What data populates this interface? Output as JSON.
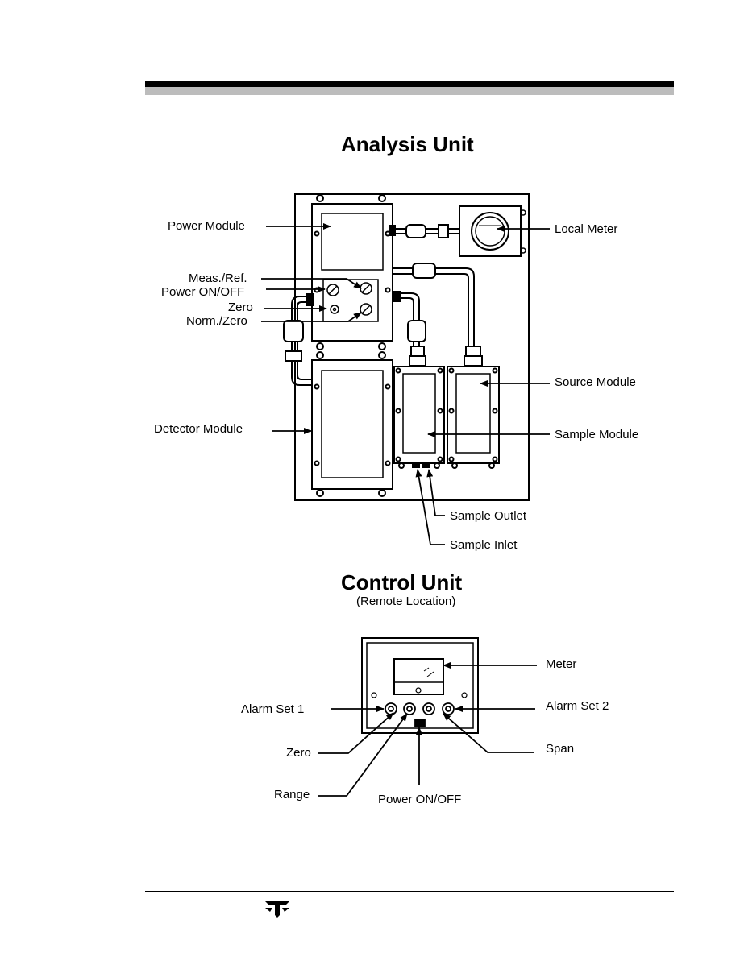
{
  "analysis_unit": {
    "title": "Analysis Unit",
    "labels": {
      "power_module": "Power Module",
      "meas_ref": "Meas./Ref.",
      "power_on_off": "Power ON/OFF",
      "zero": "Zero",
      "norm_zero": "Norm./Zero",
      "detector_module": "Detector Module",
      "local_meter": "Local Meter",
      "source_module": "Source Module",
      "sample_module": "Sample Module",
      "sample_outlet": "Sample Outlet",
      "sample_inlet": "Sample Inlet"
    }
  },
  "control_unit": {
    "title": "Control Unit",
    "subtitle": "(Remote Location)",
    "labels": {
      "meter": "Meter",
      "alarm_set_1": "Alarm Set 1",
      "alarm_set_2": "Alarm Set 2",
      "zero": "Zero",
      "span": "Span",
      "range": "Range",
      "power_on_off": "Power ON/OFF"
    }
  },
  "icons": {
    "logo": "teledyne-logo-icon"
  }
}
